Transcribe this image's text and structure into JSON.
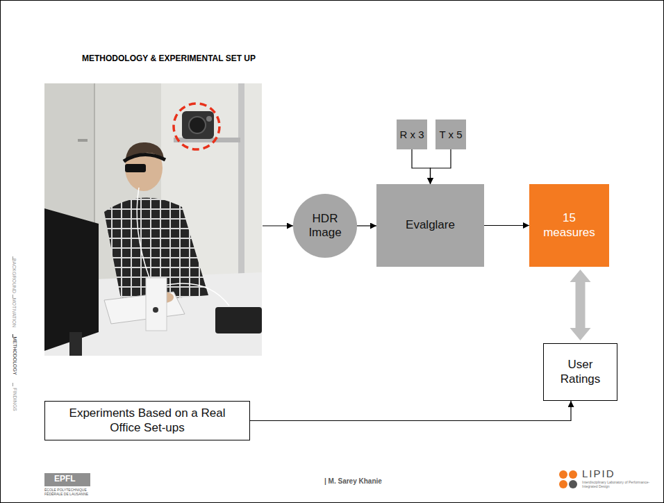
{
  "diagram": {
    "title": "METHODOLOGY & EXPERIMENTAL SET UP",
    "nodes": [
      {
        "text": [
          "HDR Image"
        ]
      },
      {
        "text": [
          "R x 3"
        ]
      },
      {
        "text": [
          "T x 5"
        ]
      },
      {
        "text": [
          "Evalglare"
        ]
      },
      {
        "text": [
          "15 measures"
        ]
      },
      {
        "text": [
          "User Ratings"
        ]
      },
      {
        "text": [
          "Experiments Based on a Real Office Set-ups"
        ]
      }
    ],
    "edges": [
      {
        "from": 1,
        "to": 3,
        "arrow": "to"
      },
      {
        "from": 2,
        "to": 3,
        "arrow": "to"
      },
      {
        "from": 0,
        "to": 3,
        "arrow": "to"
      },
      {
        "from": 3,
        "to": 4,
        "arrow": "to"
      },
      {
        "from": 4,
        "to": 5,
        "arrow": "both"
      },
      {
        "from": 6,
        "to": 5,
        "arrow": "to"
      }
    ],
    "labels": [
      "BACKGROUND",
      "MOTIVATION",
      "METHODOLOGY",
      "FINDINGS",
      "| M. Sarey Khanie",
      "EPFL",
      "ÉCOLE POLYTECHNIQUE FÉDÉRALE DE LAUSANNE",
      "LIPID",
      "Interdisciplinary Laboratory of Performance-Integrated Design"
    ]
  }
}
